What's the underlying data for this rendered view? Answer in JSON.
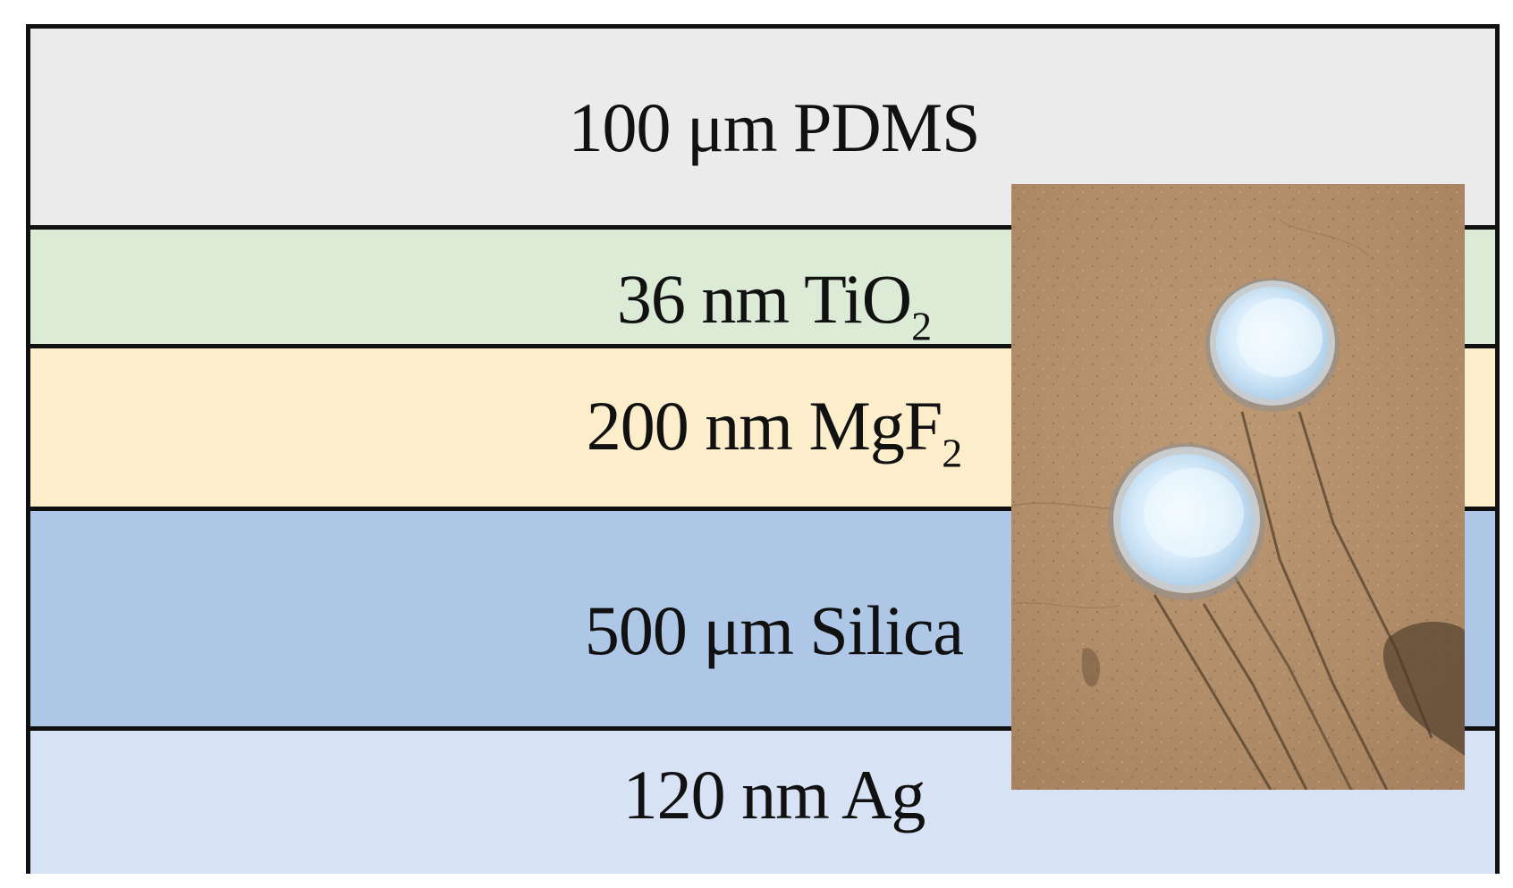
{
  "layers": [
    {
      "thickness": "100",
      "unit": "μm",
      "material": "PDMS",
      "subscript": "",
      "color": "#ebebeb"
    },
    {
      "thickness": "36",
      "unit": "nm",
      "material": "TiO",
      "subscript": "2",
      "color": "#dcebd6"
    },
    {
      "thickness": "200",
      "unit": "nm",
      "material": "MgF",
      "subscript": "2",
      "color": "#fdeecb"
    },
    {
      "thickness": "500",
      "unit": "μm",
      "material": "Silica",
      "subscript": "",
      "color": "#aec7e7"
    },
    {
      "thickness": "120",
      "unit": "nm",
      "material": "Ag",
      "subscript": "",
      "color": "#d7e3f4"
    }
  ],
  "colors": {
    "border": "#111111",
    "soil": "#b4906c",
    "mirror": "#dbeefc"
  },
  "photo": {
    "subject": "two circular radiative-cooling samples on soil"
  }
}
